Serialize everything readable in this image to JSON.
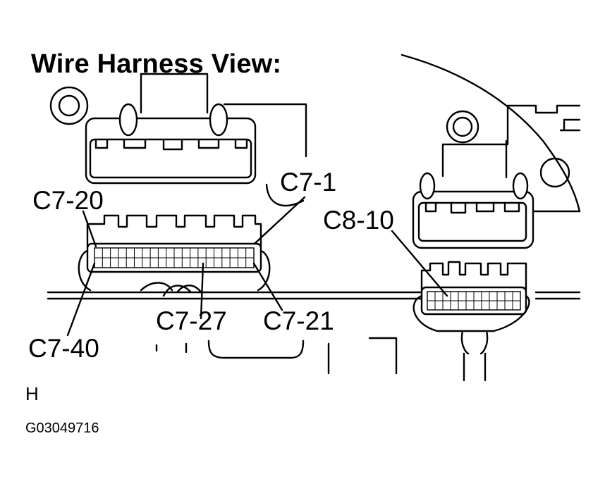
{
  "title": "Wire Harness View:",
  "callouts": {
    "c7_1": "C7-1",
    "c7_20": "C7-20",
    "c8_10": "C8-10",
    "c7_27": "C7-27",
    "c7_21": "C7-21",
    "c7_40": "C7-40"
  },
  "view_letter": "H",
  "figure_id": "G03049716"
}
